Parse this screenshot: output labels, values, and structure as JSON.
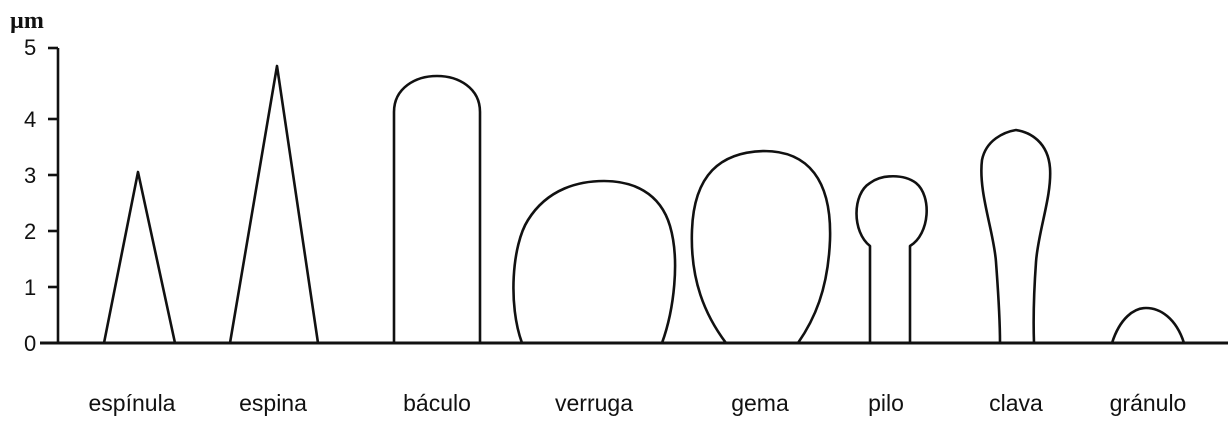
{
  "axis": {
    "unit": "µm",
    "ticks": [
      "0",
      "1",
      "2",
      "3",
      "4",
      "5"
    ]
  },
  "elements": [
    {
      "label": "espínula",
      "height_um": 3.0
    },
    {
      "label": "espina",
      "height_um": 4.8
    },
    {
      "label": "báculo",
      "height_um": 4.6
    },
    {
      "label": "verruga",
      "height_um": 2.8
    },
    {
      "label": "gema",
      "height_um": 3.3
    },
    {
      "label": "pilo",
      "height_um": 2.9
    },
    {
      "label": "clava",
      "height_um": 3.7
    },
    {
      "label": "gránulo",
      "height_um": 0.6
    }
  ]
}
